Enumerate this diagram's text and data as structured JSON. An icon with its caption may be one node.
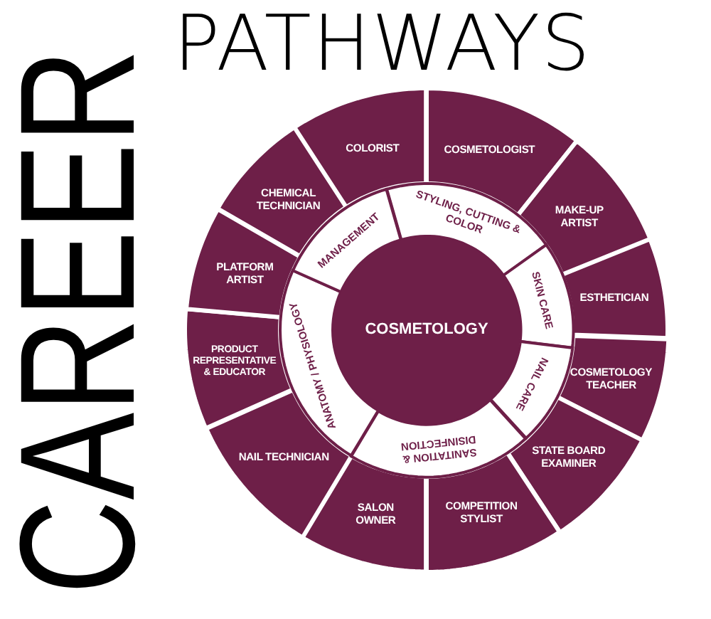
{
  "diagram": {
    "nodes": [
      {
        "text": [
          "COSMETOLOGY"
        ]
      },
      {
        "text": [
          "STYLING, CUTTING & COLOR"
        ]
      },
      {
        "text": [
          "SKIN CARE"
        ]
      },
      {
        "text": [
          "NAIL CARE"
        ]
      },
      {
        "text": [
          "SANITATION & DISINFECTION"
        ]
      },
      {
        "text": [
          "ANATOMY / PHYSIOLOGY"
        ]
      },
      {
        "text": [
          "MANAGEMENT"
        ]
      },
      {
        "text": [
          "COSMETOLOGIST"
        ]
      },
      {
        "text": [
          "MAKE-UP ARTIST"
        ]
      },
      {
        "text": [
          "ESTHETICIAN"
        ]
      },
      {
        "text": [
          "COSMETOLOGY TEACHER"
        ]
      },
      {
        "text": [
          "STATE BOARD EXAMINER"
        ]
      },
      {
        "text": [
          "COMPETITION STYLIST"
        ]
      },
      {
        "text": [
          "SALON OWNER"
        ]
      },
      {
        "text": [
          "NAIL TECHNICIAN"
        ]
      },
      {
        "text": [
          "PRODUCT REPRESENTATIVE & EDUCATOR"
        ]
      },
      {
        "text": [
          "PLATFORM ARTIST"
        ]
      },
      {
        "text": [
          "CHEMICAL TECHNICIAN"
        ]
      },
      {
        "text": [
          "COLORIST"
        ]
      }
    ],
    "labels": [
      "CAREER",
      "PATHWAYS"
    ]
  }
}
